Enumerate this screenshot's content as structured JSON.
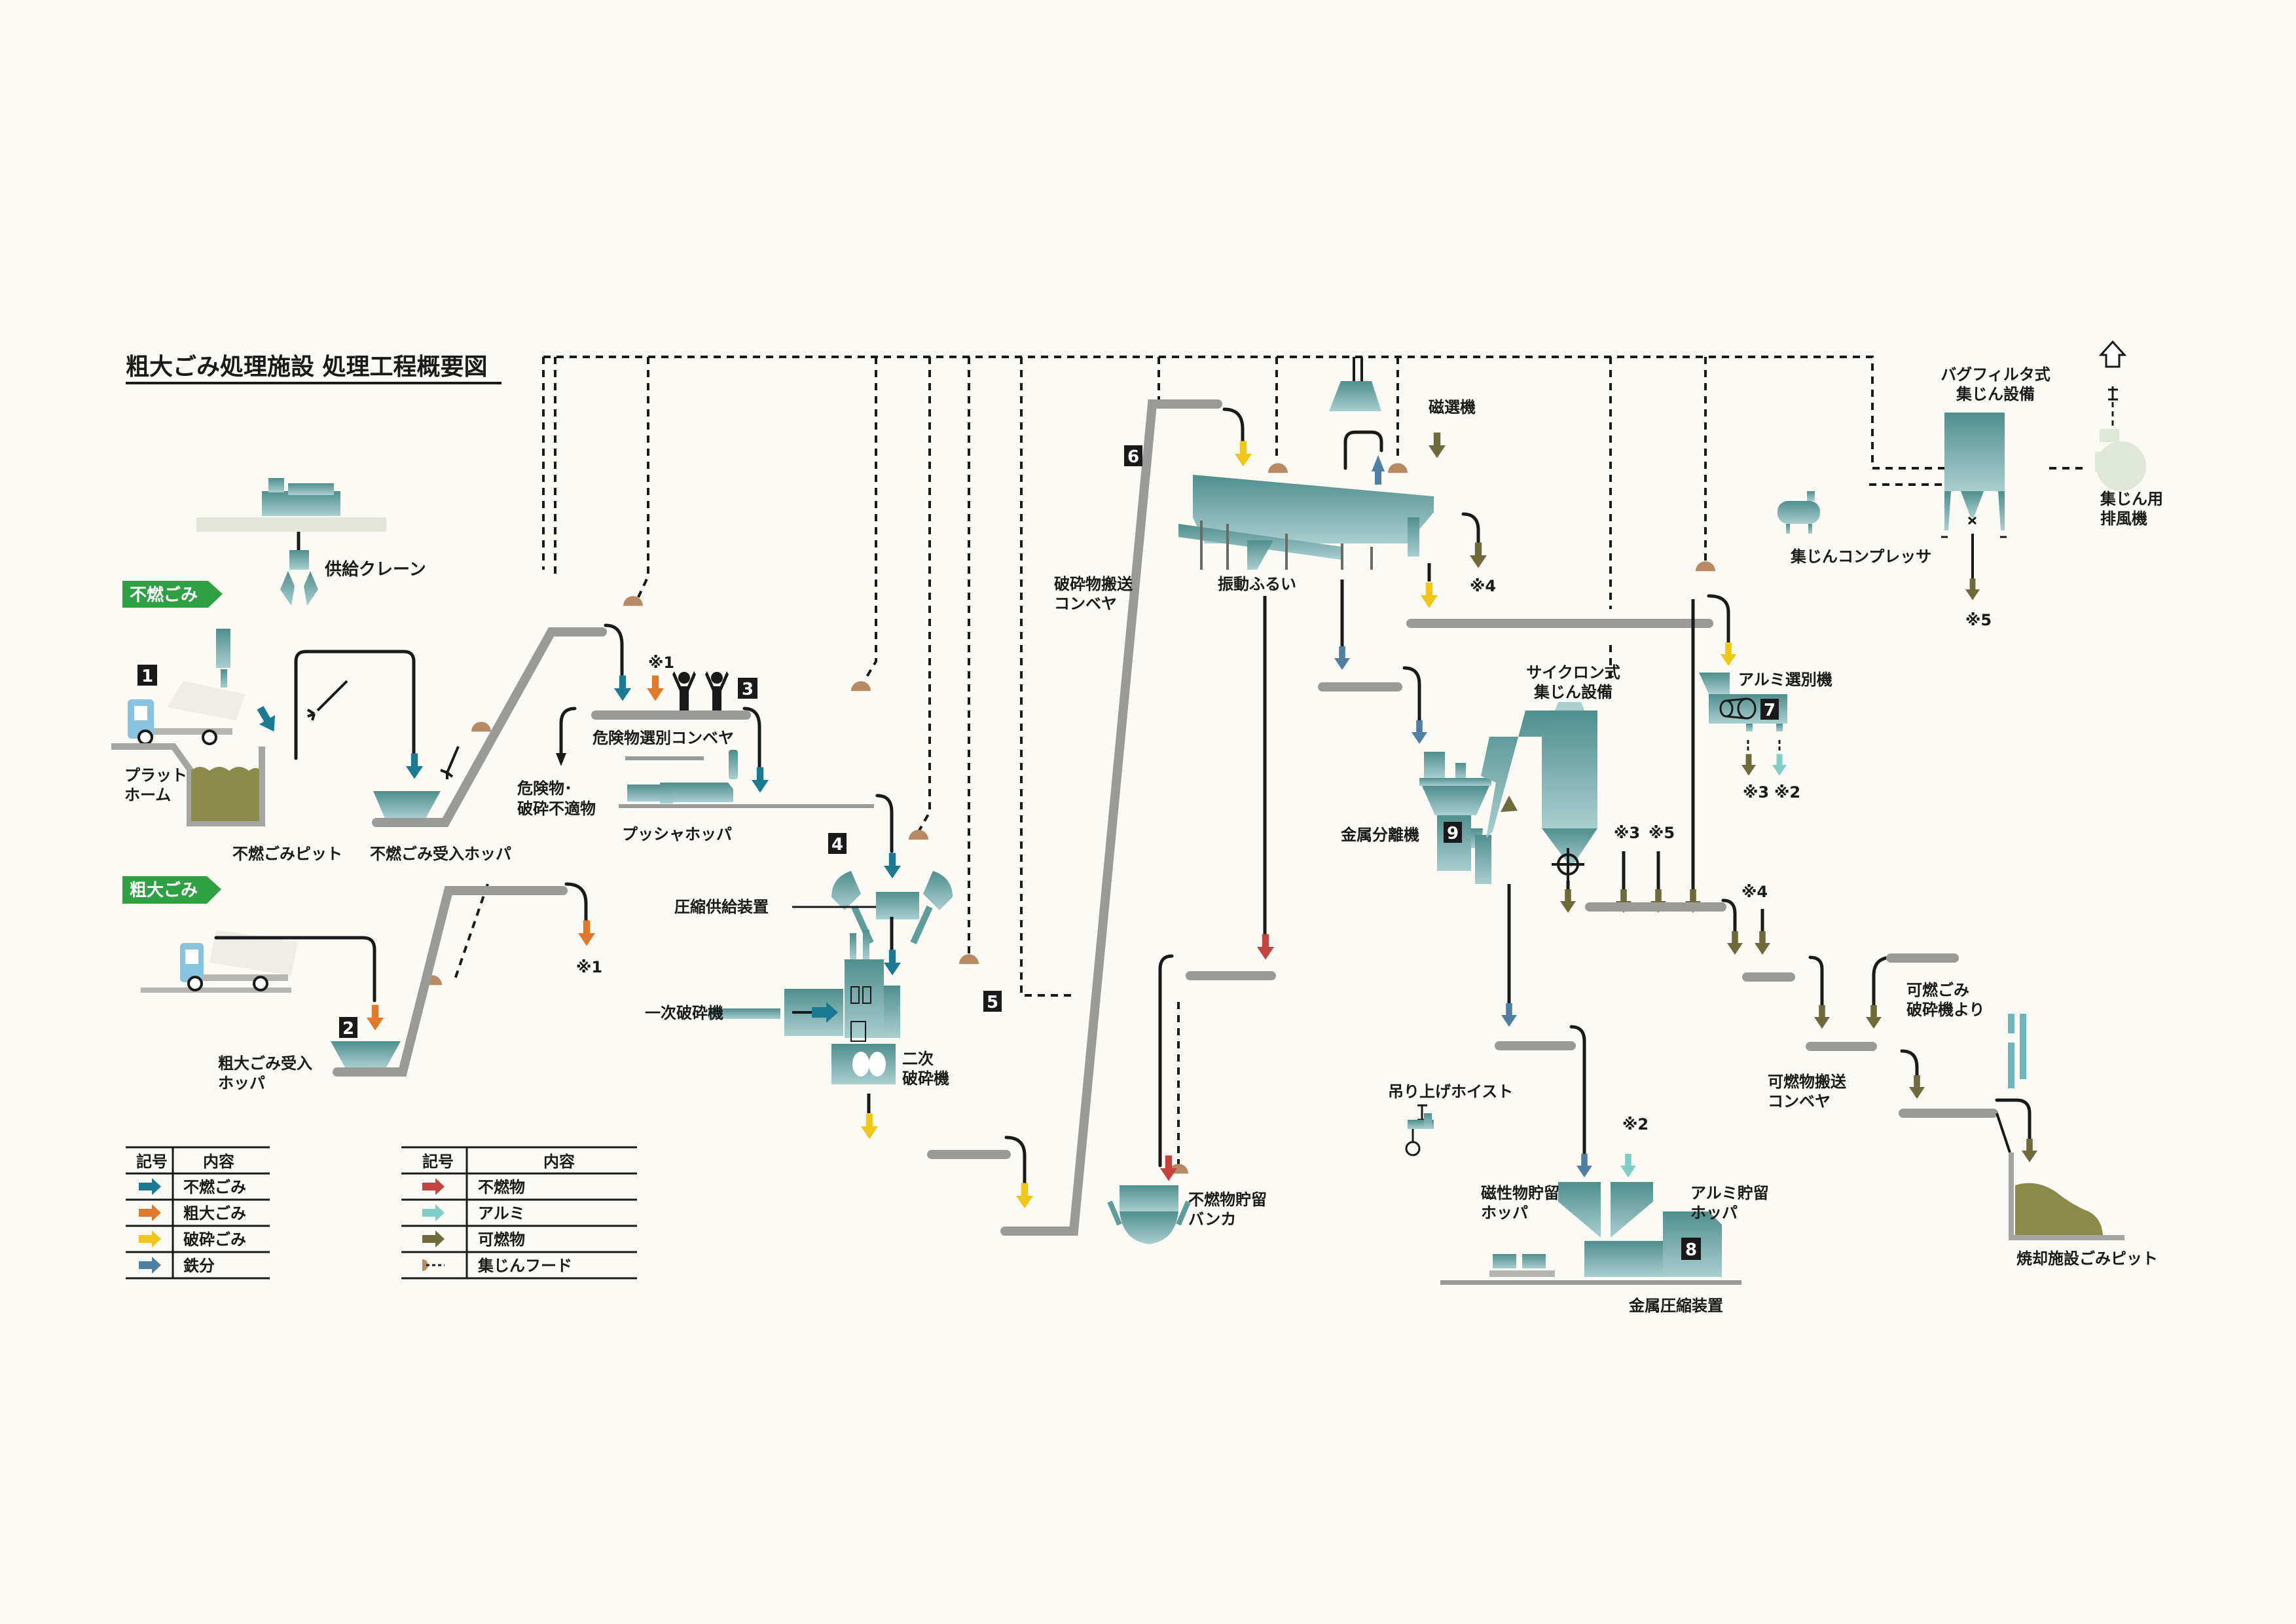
{
  "title": "粗大ごみ処理施設 処理工程概要図",
  "colors": {
    "background": "#fbfaf4",
    "equipment_teal": "#5f9d9b",
    "tag_green": "#2fa043",
    "nonburnable_waste": "#1a7a92",
    "bulky_waste": "#e07a2a",
    "crushed_waste": "#f0c619",
    "iron": "#4f7fa3",
    "incombustible": "#c4433f",
    "aluminum": "#7fcfc6",
    "combustible": "#6f6a3a",
    "dust_hood": "#b88a64"
  },
  "input_tags": {
    "nonburnable": "不燃ごみ",
    "bulky": "粗大ごみ"
  },
  "badges": [
    "1",
    "2",
    "3",
    "4",
    "5",
    "6",
    "7",
    "8",
    "9"
  ],
  "labels": {
    "crane": "供給クレーン",
    "platform": [
      "プラット",
      "ホーム"
    ],
    "pit": "不燃ごみピット",
    "receiving_hopper": "不燃ごみ受入ホッパ",
    "bulky_hopper": [
      "粗大ごみ受入",
      "ホッパ"
    ],
    "hazard_conveyor": "危険物選別コンベヤ",
    "hazard_items": [
      "危険物･",
      "破砕不適物"
    ],
    "pusher_hopper": "プッシャホッパ",
    "compression_feeder": "圧縮供給装置",
    "primary_crusher": "一次破砕機",
    "secondary_crusher": [
      "二次",
      "破砕機"
    ],
    "crushed_conveyor": [
      "破砕物搬送",
      "コンベヤ"
    ],
    "vibrating_screen": "振動ふるい",
    "magnetic_separator": "磁選機",
    "cyclone": [
      "サイクロン式",
      "集じん設備"
    ],
    "metal_separator": "金属分離機",
    "alum_separator": "アルミ選別機",
    "bag_filter": [
      "バグフィルタ式",
      "集じん設備"
    ],
    "compressor": "集じんコンプレッサ",
    "exhaust_fan": [
      "集じん用",
      "排風機"
    ],
    "incombustible_bunker": [
      "不燃物貯留",
      "バンカ"
    ],
    "hoist": "吊り上げホイスト",
    "magnetic_hopper": [
      "磁性物貯留",
      "ホッパ"
    ],
    "alum_hopper": [
      "アルミ貯留",
      "ホッパ"
    ],
    "metal_press": "金属圧縮装置",
    "combustible_conveyor": [
      "可燃物搬送",
      "コンベヤ"
    ],
    "from_combustible_crusher": [
      "可燃ごみ",
      "破砕機より"
    ],
    "incinerator_pit": "焼却施設ごみピット"
  },
  "notes": {
    "n1": "※1",
    "n2": "※2",
    "n3": "※3",
    "n4": "※4",
    "n5": "※5"
  },
  "legend": {
    "header_symbol": "記号",
    "header_content": "内容",
    "left": [
      {
        "color_key": "nonburnable_waste",
        "label": "不燃ごみ"
      },
      {
        "color_key": "bulky_waste",
        "label": "粗大ごみ"
      },
      {
        "color_key": "crushed_waste",
        "label": "破砕ごみ"
      },
      {
        "color_key": "iron",
        "label": "鉄分"
      }
    ],
    "right": [
      {
        "color_key": "incombustible",
        "label": "不燃物"
      },
      {
        "color_key": "aluminum",
        "label": "アルミ"
      },
      {
        "color_key": "combustible",
        "label": "可燃物"
      },
      {
        "color_key": "dust_hood",
        "label": "集じんフード",
        "symbol": "dashed"
      }
    ]
  }
}
